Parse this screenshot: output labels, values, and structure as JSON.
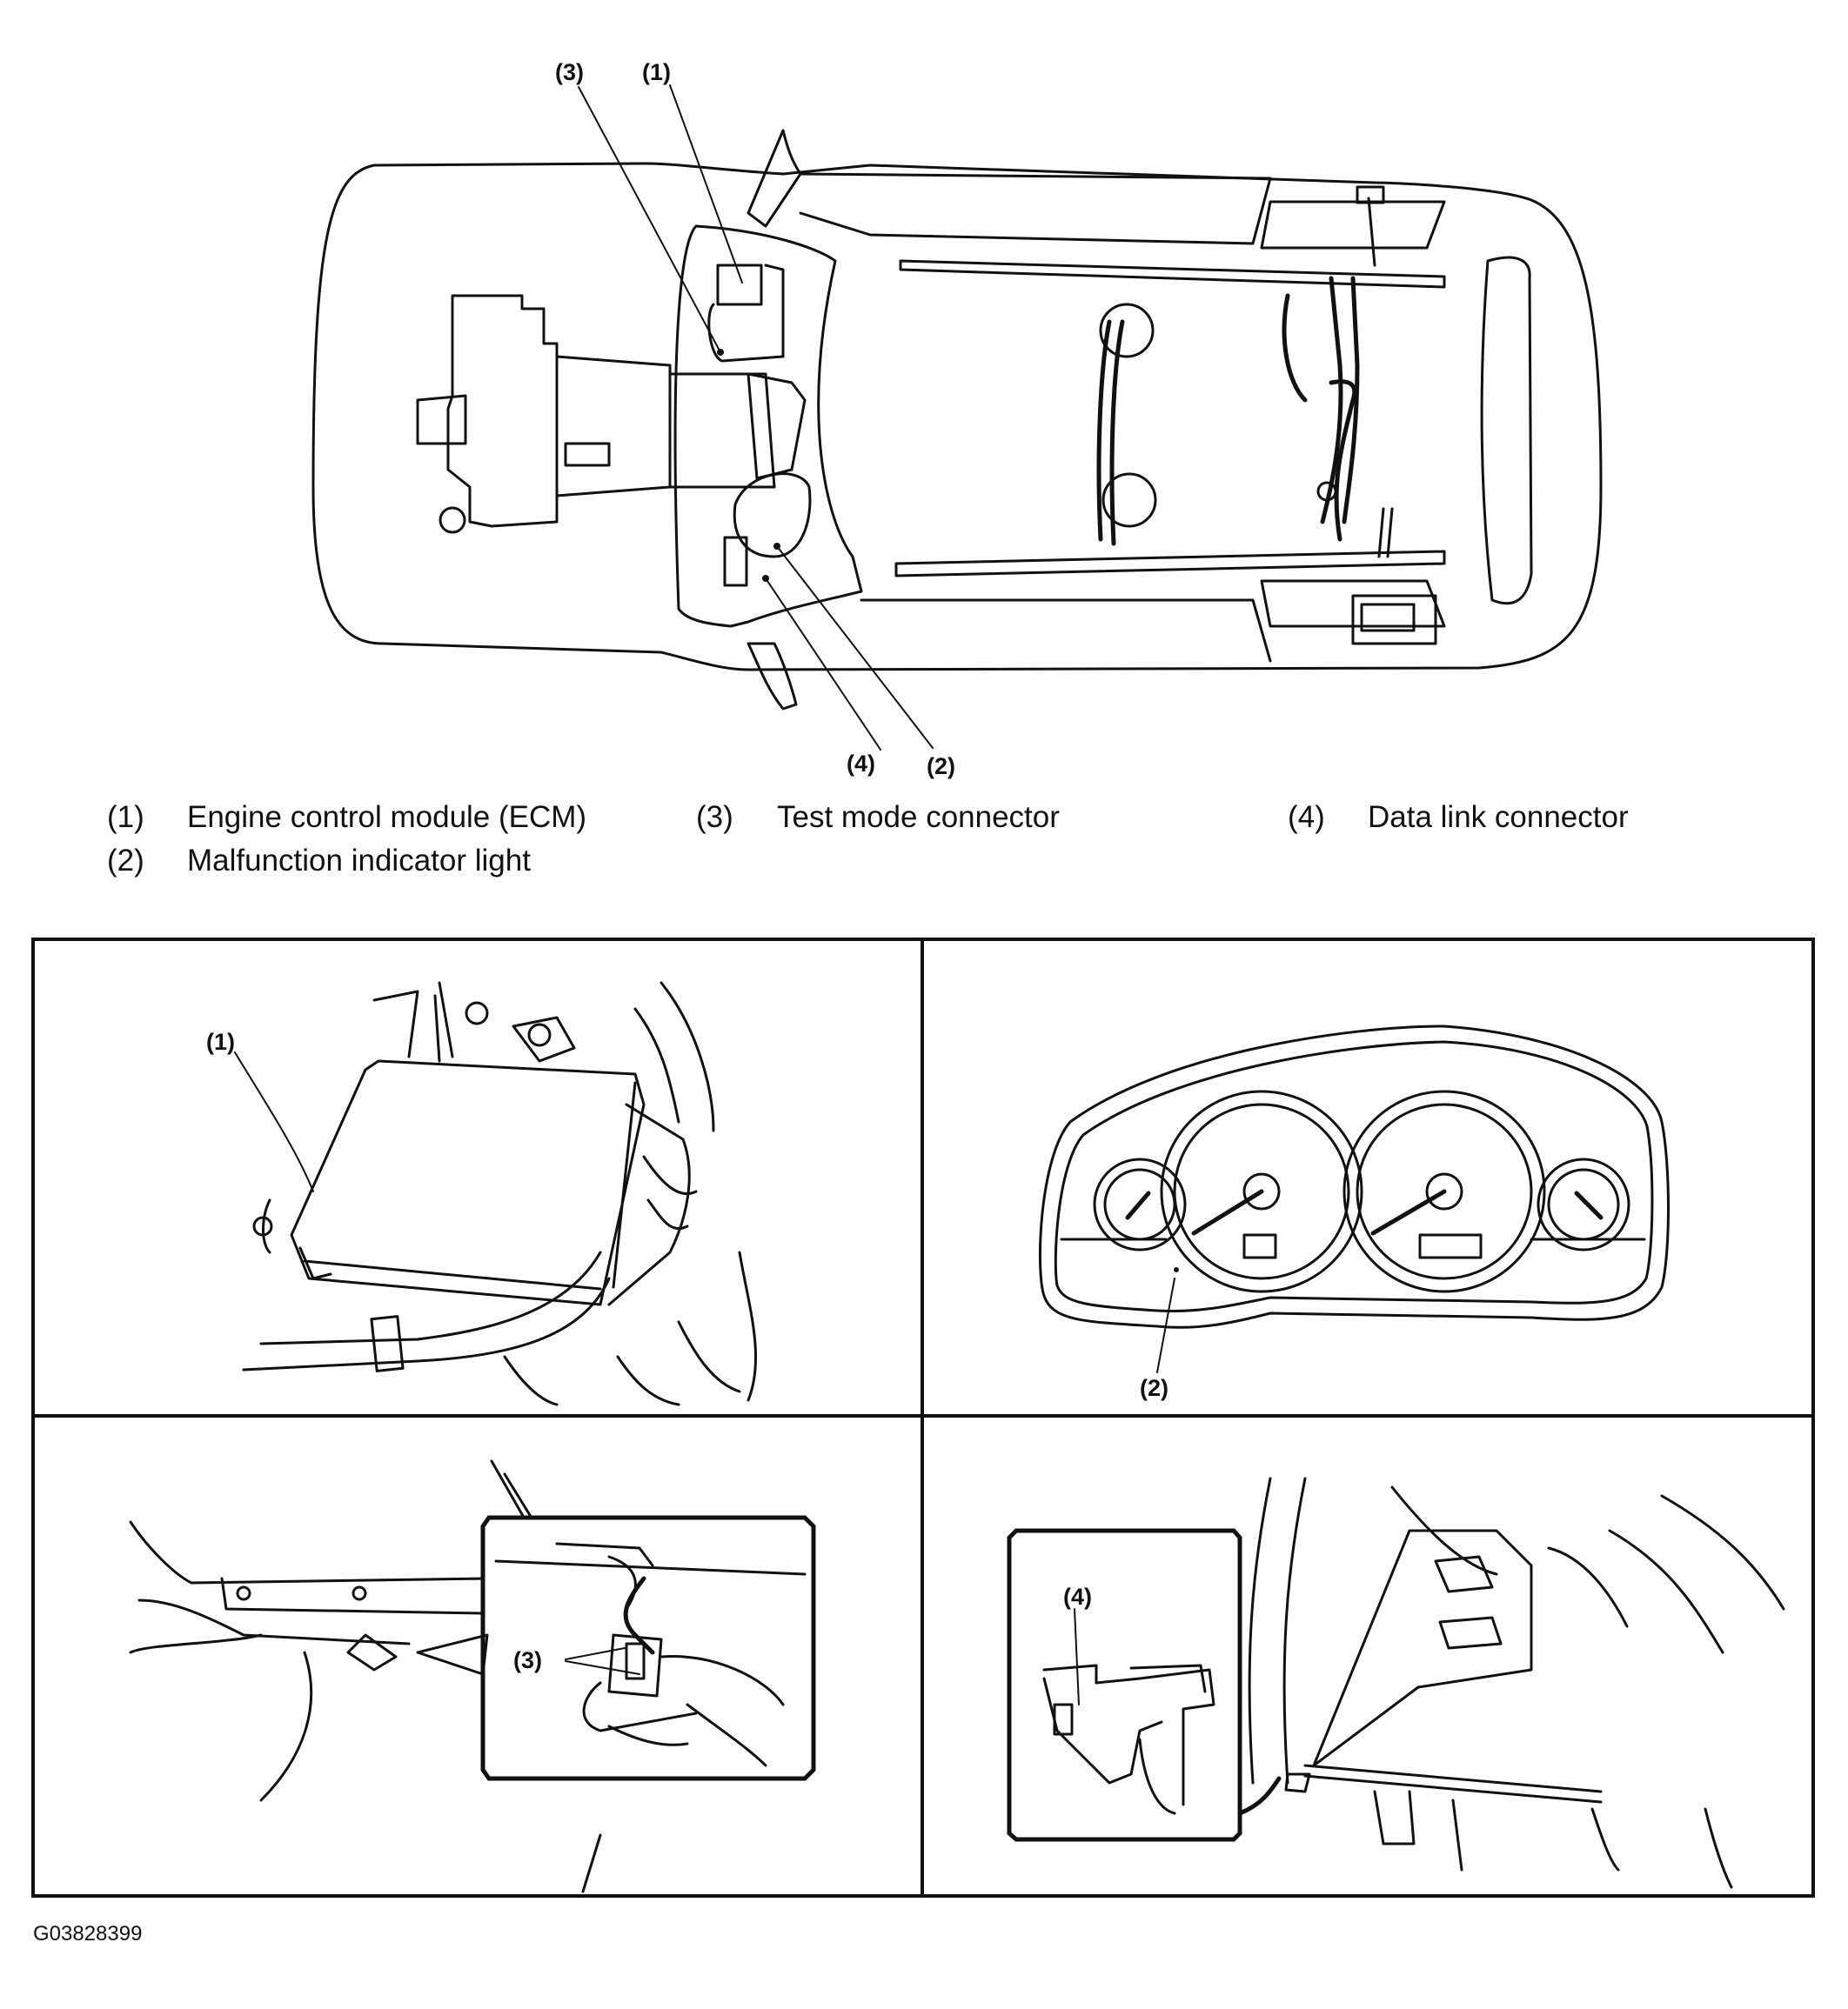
{
  "top_callouts": {
    "c1": "(1)",
    "c2": "(2)",
    "c3": "(3)",
    "c4": "(4)"
  },
  "legend": [
    {
      "num": "(1)",
      "text": "Engine control module (ECM)"
    },
    {
      "num": "(2)",
      "text": "Malfunction indicator light"
    },
    {
      "num": "(3)",
      "text": "Test mode connector"
    },
    {
      "num": "(4)",
      "text": "Data link connector"
    }
  ],
  "panels": {
    "ecm": {
      "callout": "(1)"
    },
    "cluster": {
      "callout": "(2)"
    },
    "test_mode": {
      "callout": "(3)"
    },
    "data_link": {
      "callout": "(4)"
    }
  },
  "figure_id": "G03828399"
}
